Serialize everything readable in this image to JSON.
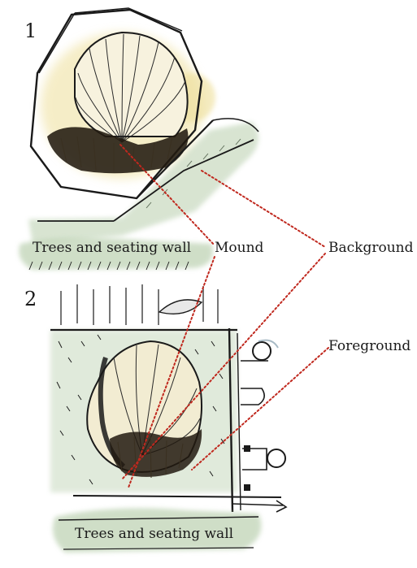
{
  "diagram": {
    "panel_1_number": "1",
    "panel_2_number": "2",
    "labels": {
      "trees_top": "Trees and seating wall",
      "mound": "Mound",
      "background": "Background",
      "foreground": "Foreground",
      "trees_bottom": "Trees and seating wall"
    },
    "colors": {
      "ink": "#1a1a1a",
      "leader_line": "#c0281e",
      "sand_wash": "#eedf9a",
      "green_wash": "#a9c49b",
      "shadow_ink": "#221a10"
    }
  }
}
